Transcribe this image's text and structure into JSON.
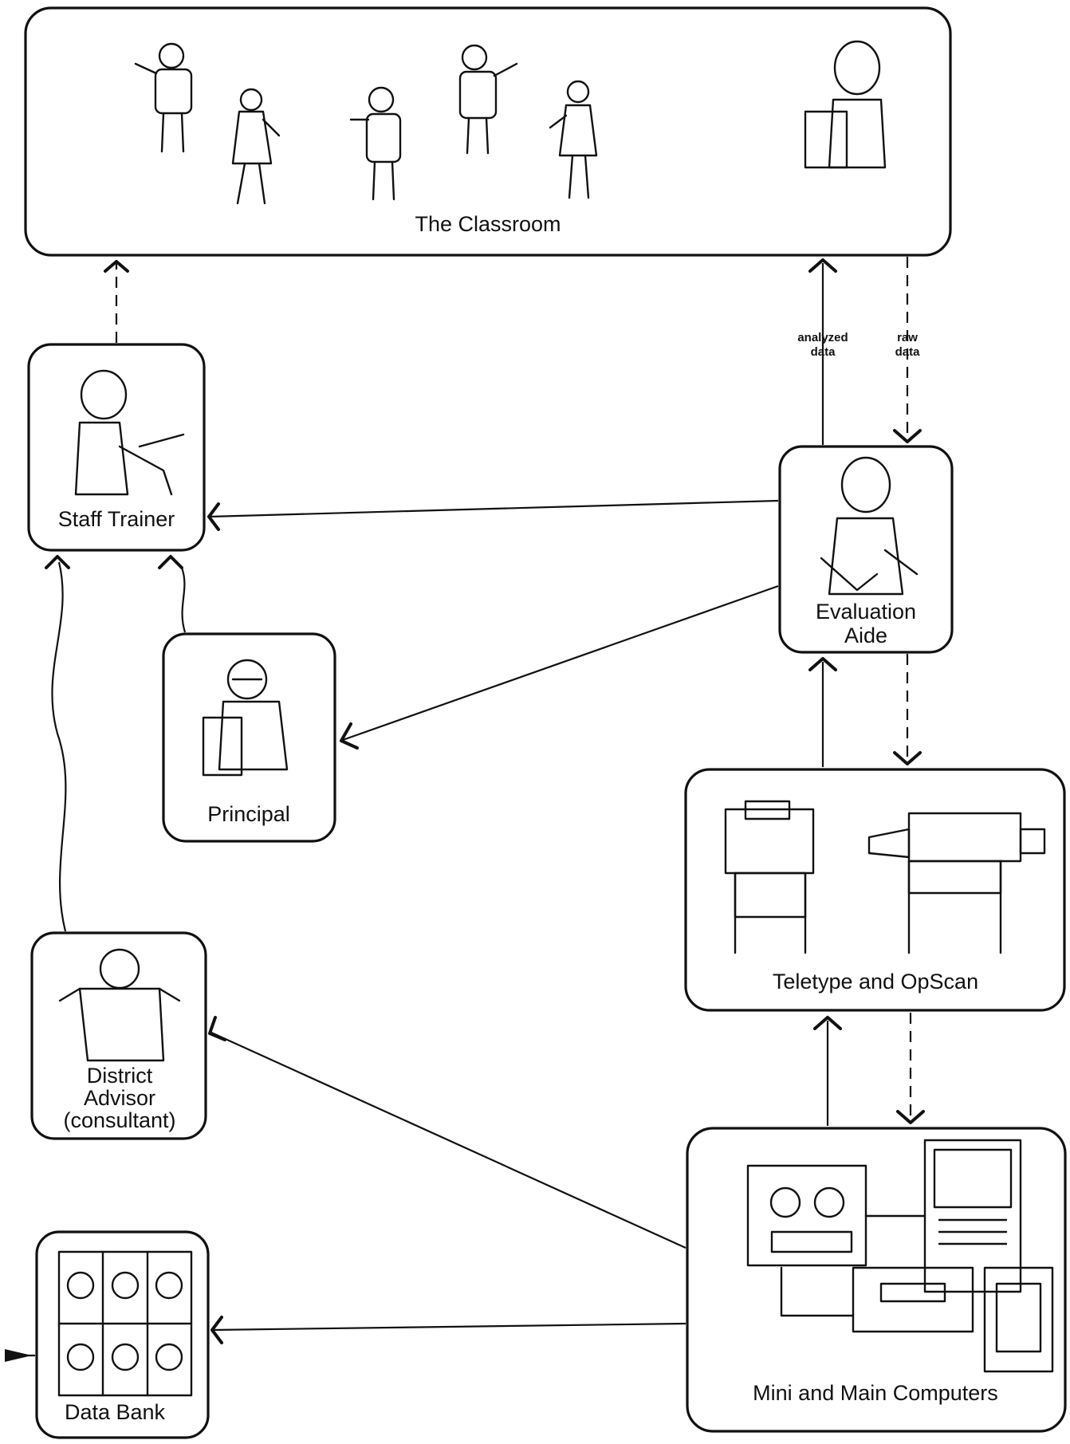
{
  "nodes": {
    "classroom": "The  Classroom",
    "staff_trainer": "Staff Trainer",
    "evaluation_aide": [
      "Evaluation",
      "Aide"
    ],
    "principal": "Principal",
    "teletype": "Teletype  and  OpScan",
    "district_advisor": [
      "District",
      "Advisor",
      "(consultant)"
    ],
    "data_bank": "Data  Bank",
    "computers": "Mini  and  Main  Computers"
  },
  "edges": {
    "analyzed_data": [
      "analyzed",
      "data"
    ],
    "raw_data": [
      "raw",
      "data"
    ]
  }
}
